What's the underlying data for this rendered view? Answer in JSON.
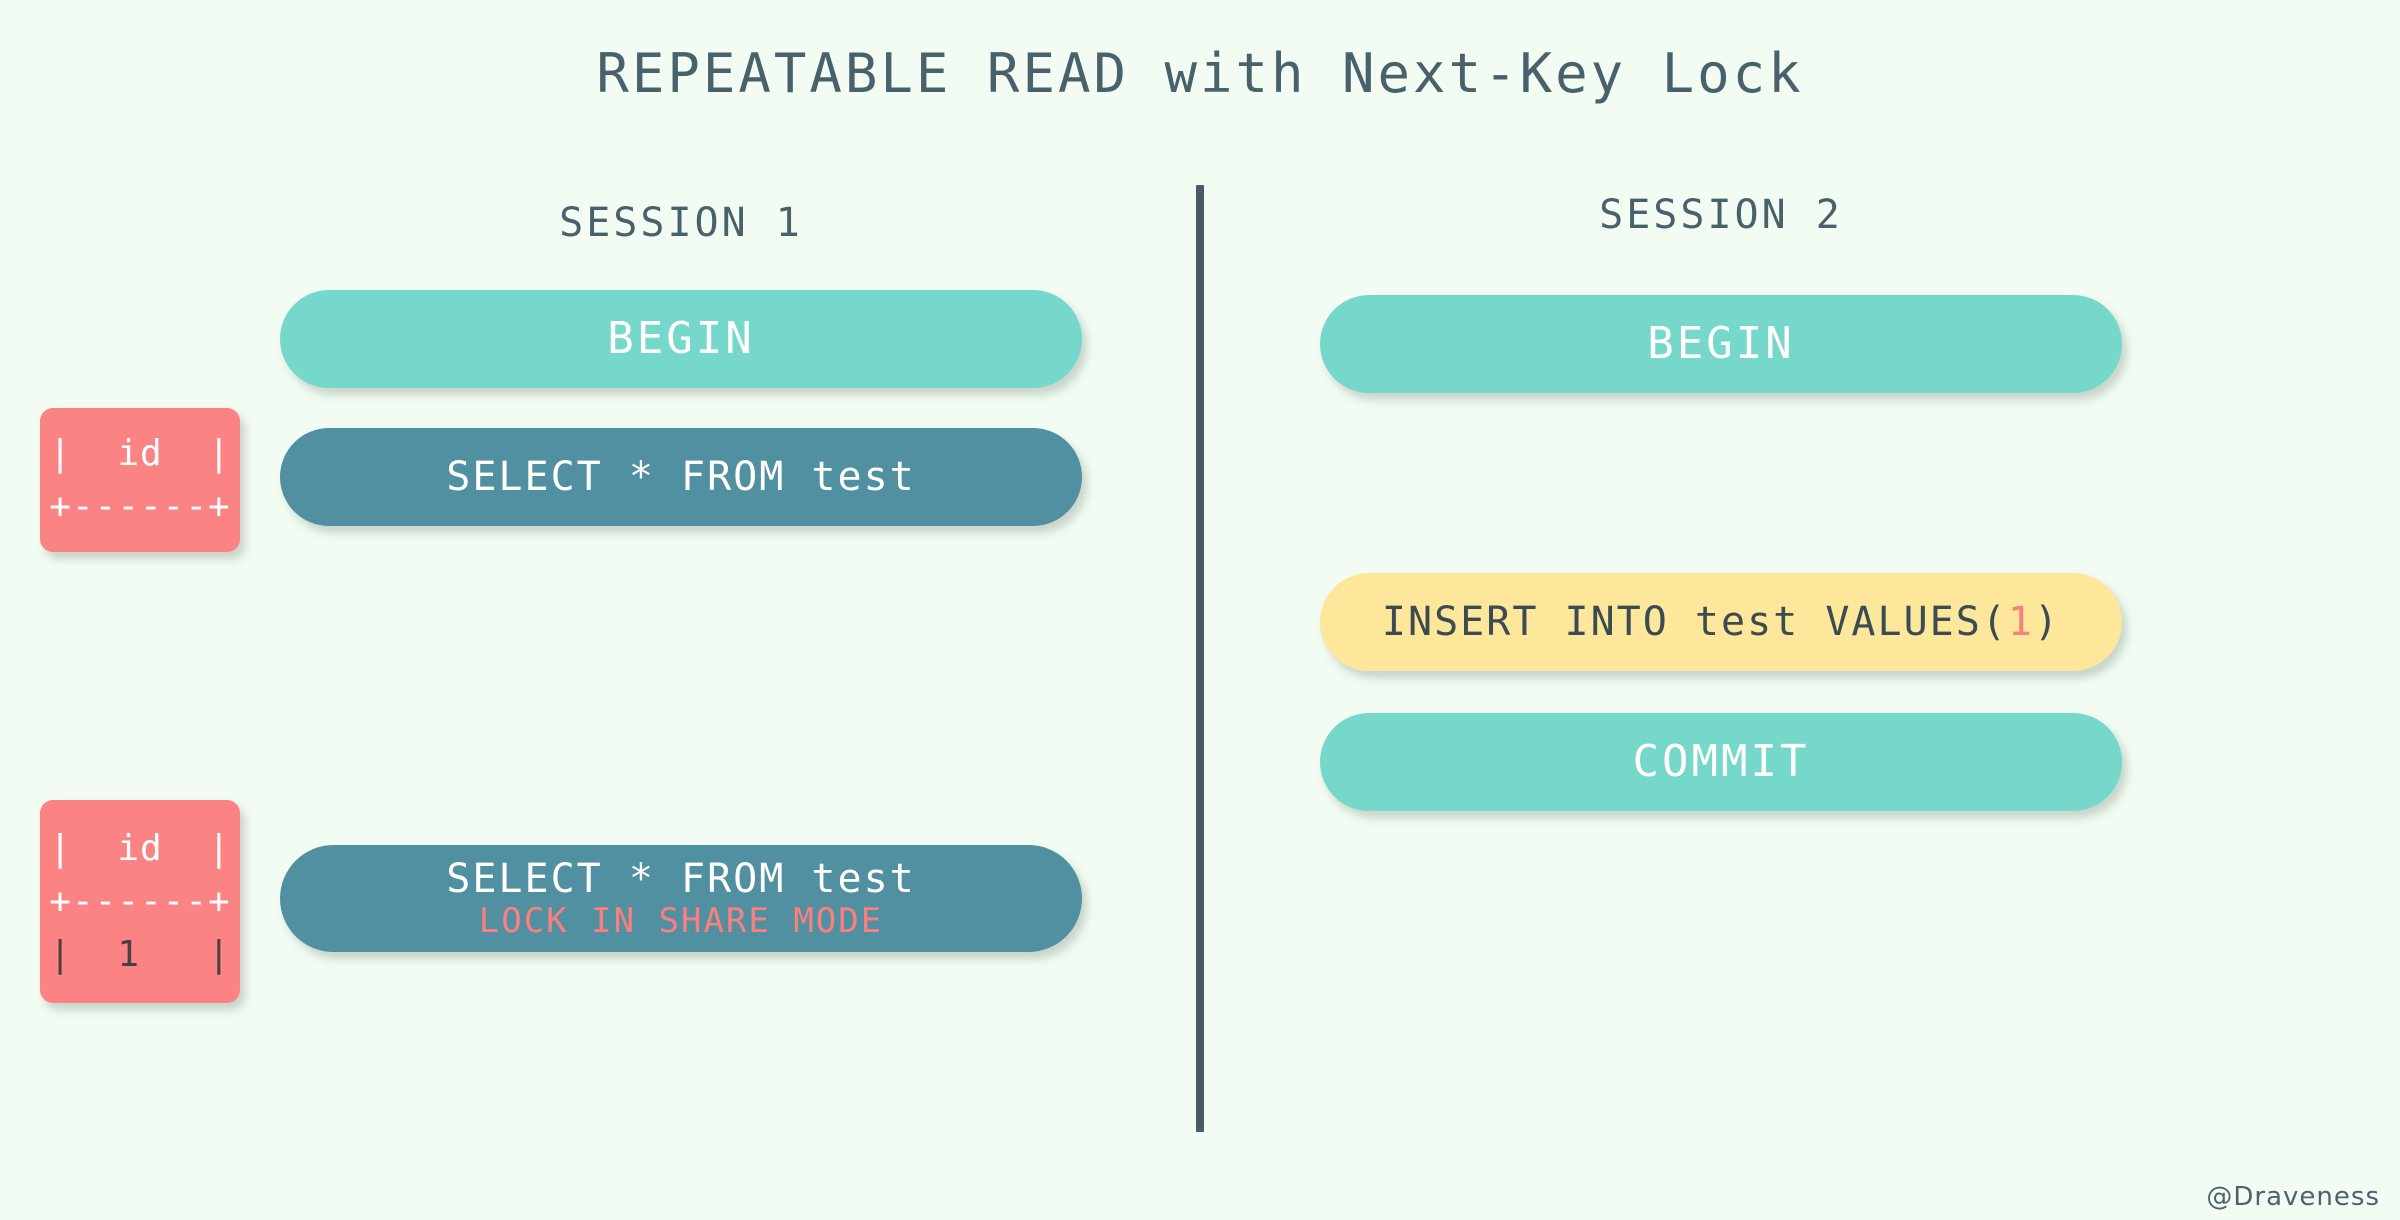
{
  "page": {
    "title": "REPEATABLE READ with Next-Key Lock",
    "background_color": "#f2fcf2",
    "watermark": "@Draveness"
  },
  "colors": {
    "title_text": "#49616b",
    "divider": "#4a5b66",
    "pill_teal": "#76d7cb",
    "pill_blue": "#5090a0",
    "pill_yellow": "#fce79b",
    "result_box": "#fb8383",
    "highlight_red": "#fb7f7f",
    "text_white": "#ffffff",
    "text_dark": "#3c4a52"
  },
  "sessions": [
    {
      "label": "SESSION 1",
      "statements": [
        {
          "name": "begin",
          "line1": "BEGIN",
          "line2": "",
          "style": "teal"
        },
        {
          "name": "select",
          "line1": "SELECT * FROM test",
          "line2": "",
          "style": "blue"
        },
        {
          "name": "select-lock-in-share-mode",
          "line1": "SELECT * FROM test",
          "line2": "LOCK IN SHARE MODE",
          "style": "blue"
        }
      ],
      "results": [
        {
          "name": "result-empty",
          "rows": [
            "|  id  |",
            "+------+"
          ]
        },
        {
          "name": "result-one-row",
          "rows": [
            "|  id  |",
            "+------+",
            "|  1   |"
          ]
        }
      ]
    },
    {
      "label": "SESSION 2",
      "statements": [
        {
          "name": "begin",
          "line1": "BEGIN",
          "line2": "",
          "style": "teal"
        },
        {
          "name": "insert",
          "line1_prefix": "INSERT INTO test VALUES(",
          "line1_value": "1",
          "line1_suffix": ")",
          "style": "yellow"
        },
        {
          "name": "commit",
          "line1": "COMMIT",
          "line2": "",
          "style": "teal"
        }
      ]
    }
  ]
}
